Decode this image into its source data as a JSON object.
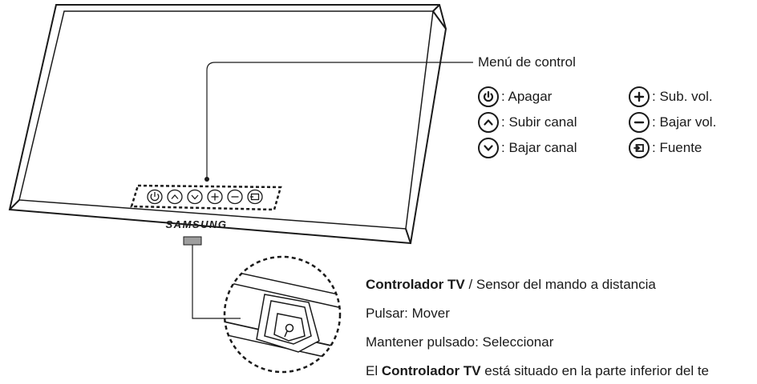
{
  "menu": {
    "title": "Menú de control",
    "items": [
      {
        "icon": "power-icon",
        "label": ": Apagar"
      },
      {
        "icon": "chevron-up-icon",
        "label": ": Subir canal"
      },
      {
        "icon": "chevron-down-icon",
        "label": ": Bajar canal"
      },
      {
        "icon": "plus-icon",
        "label": ": Sub. vol."
      },
      {
        "icon": "minus-icon",
        "label": ": Bajar vol."
      },
      {
        "icon": "source-icon",
        "label": ": Fuente"
      }
    ]
  },
  "tv": {
    "brand": "SAMSUNG"
  },
  "controller": {
    "line1_bold": "Controlador TV",
    "line1_rest": " / Sensor del mando a distancia",
    "line2": "Pulsar: Mover",
    "line3": "Mantener pulsado: Seleccionar",
    "line4_pre": "El ",
    "line4_bold": "Controlador TV",
    "line4_rest": " está situado en la parte inferior del te"
  },
  "colors": {
    "line": "#1a1a1a",
    "background": "#ffffff"
  }
}
